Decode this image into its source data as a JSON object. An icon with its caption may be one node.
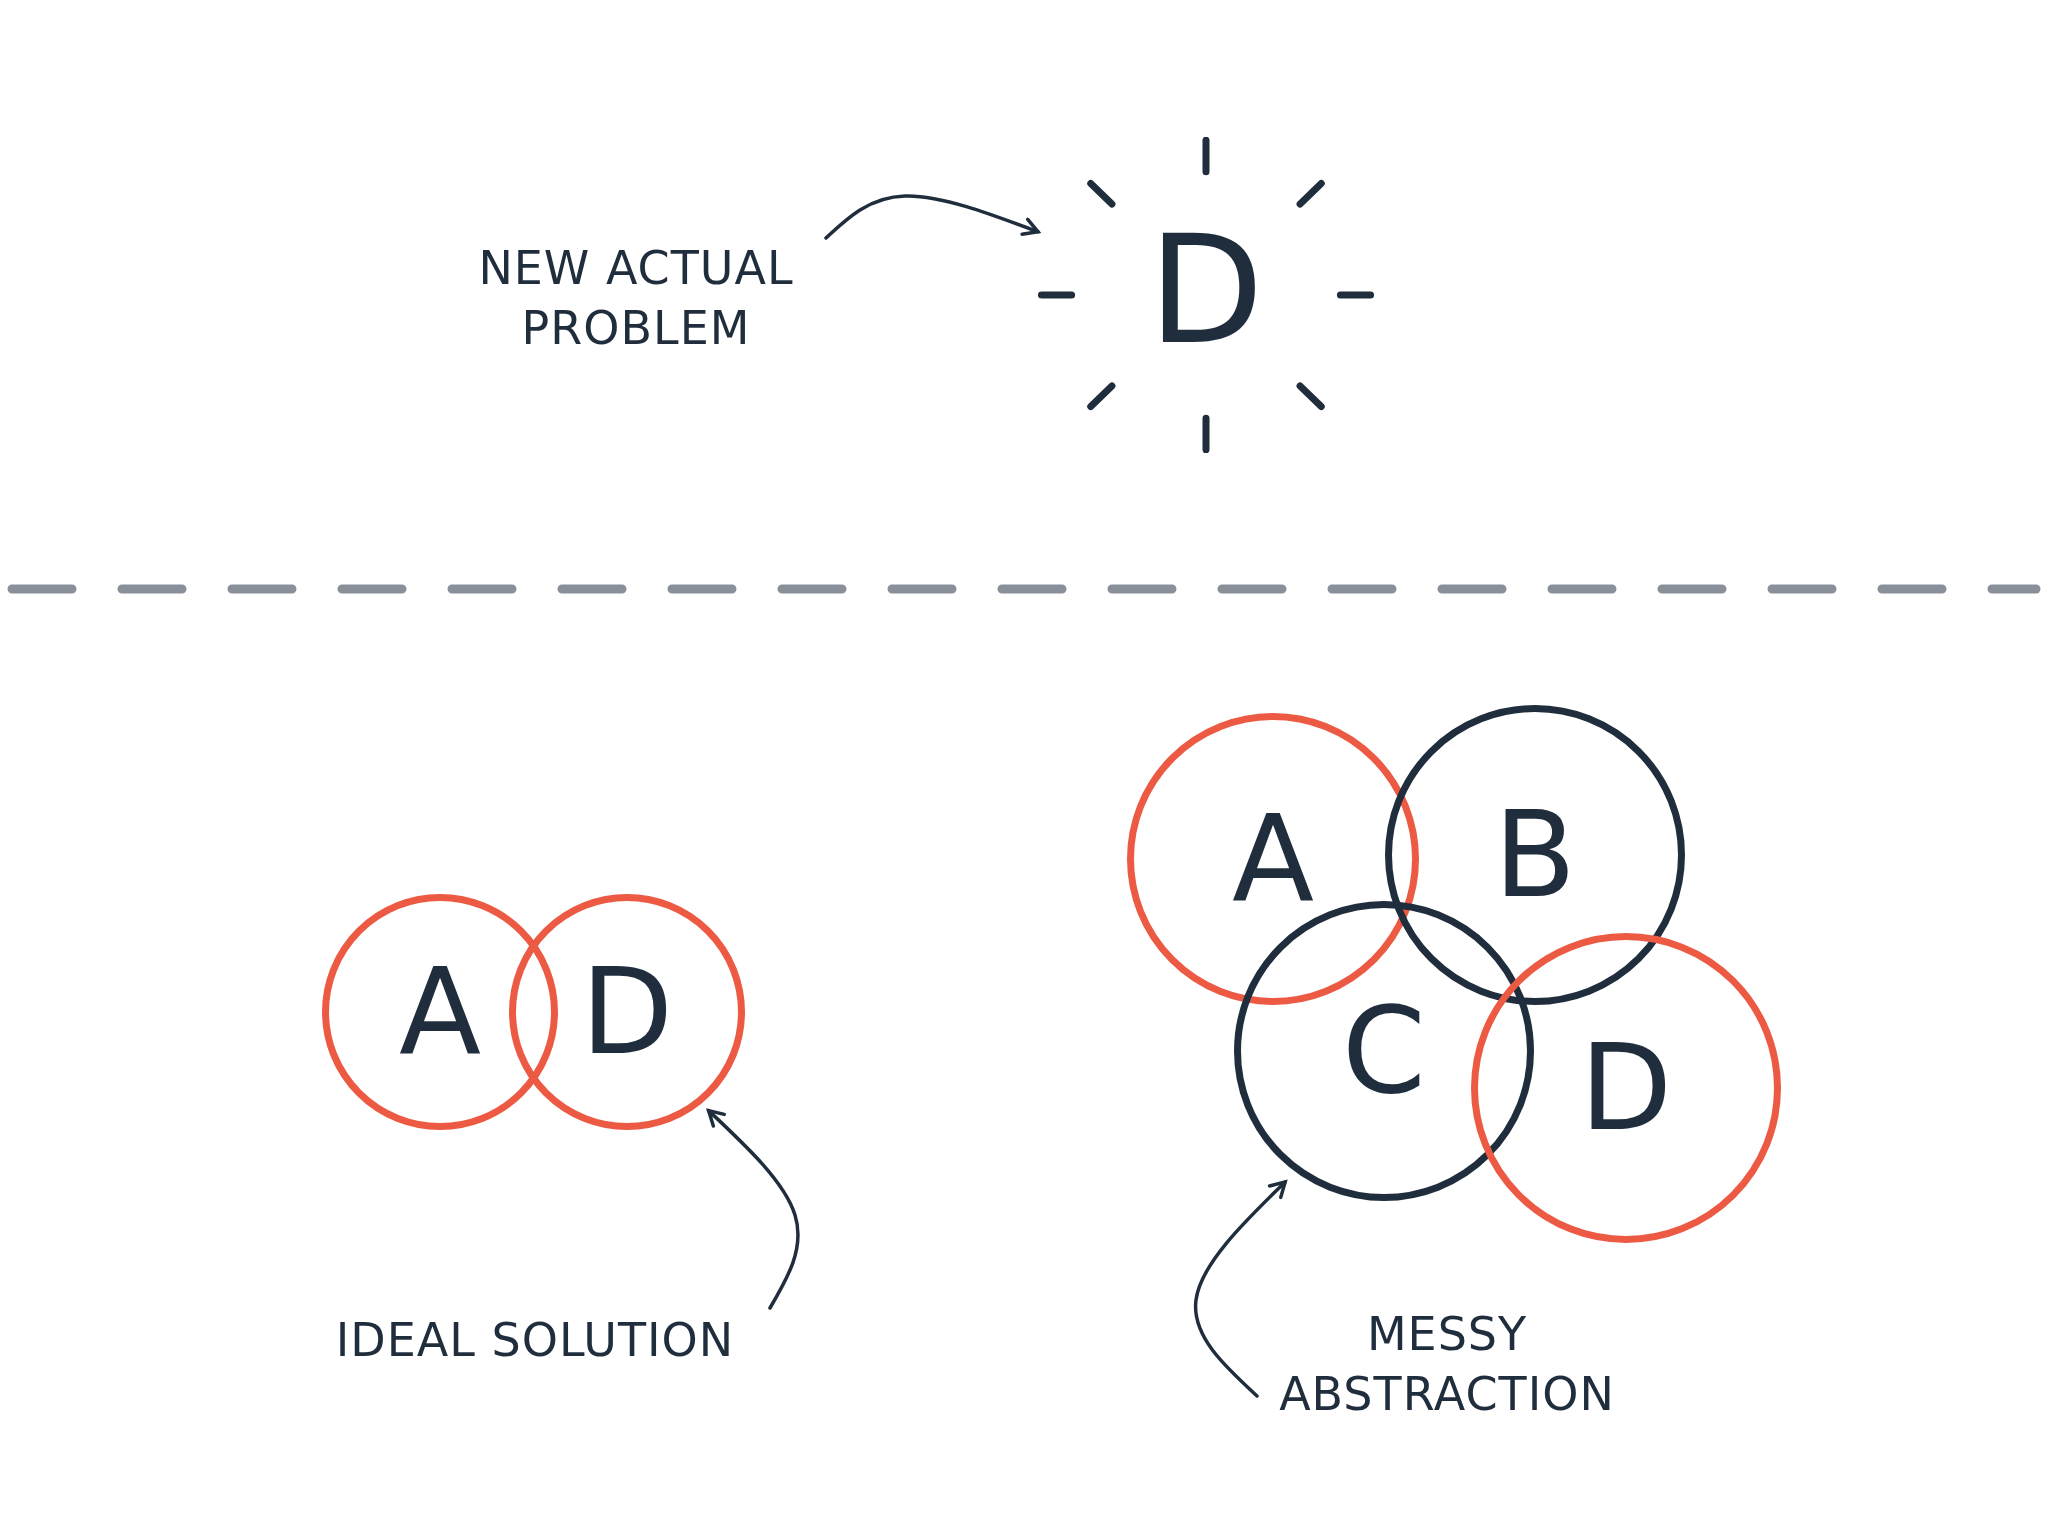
{
  "diagram": {
    "nodes": [
      {
        "text": [
          "NEW ACTUAL PROBLEM"
        ]
      },
      {
        "text": [
          "D"
        ]
      },
      {
        "text": [
          "A"
        ]
      },
      {
        "text": [
          "D"
        ]
      },
      {
        "text": [
          "IDEAL SOLUTION"
        ]
      },
      {
        "text": [
          "A"
        ]
      },
      {
        "text": [
          "B"
        ]
      },
      {
        "text": [
          "C"
        ]
      },
      {
        "text": [
          "D"
        ]
      },
      {
        "text": [
          "MESSY ABSTRACTION"
        ]
      }
    ],
    "edges": [
      {
        "from": 0,
        "to": 1,
        "arrow": "to"
      },
      {
        "from": 4,
        "to": 3,
        "arrow": "to"
      },
      {
        "from": 9,
        "to": 7,
        "arrow": "to"
      }
    ]
  }
}
